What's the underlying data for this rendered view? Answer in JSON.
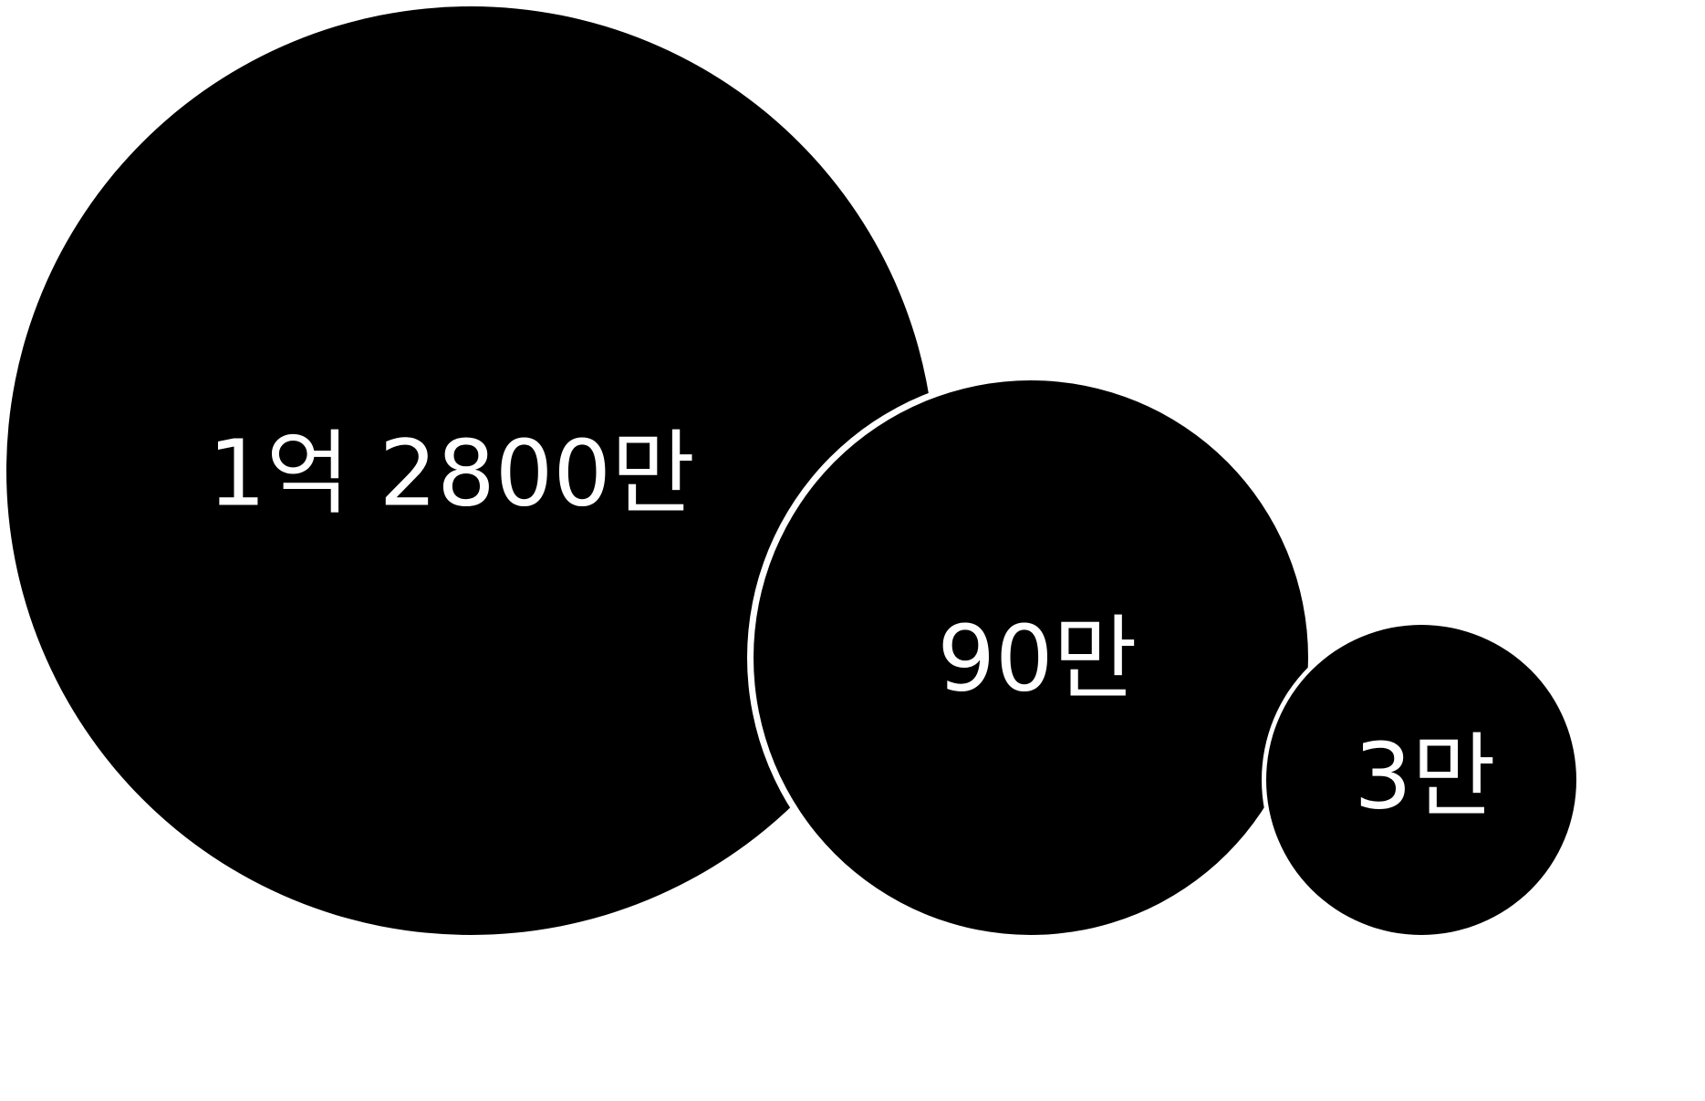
{
  "chart_data": {
    "type": "bubble",
    "values": [
      128000000,
      900000,
      30000
    ],
    "labels": [
      "1억 2800만",
      "90만",
      "3만"
    ],
    "colors": {
      "bubble_fill": "#000000",
      "label_text": "#ffffff",
      "separator": "#ffffff",
      "background": "#ffffff"
    }
  }
}
